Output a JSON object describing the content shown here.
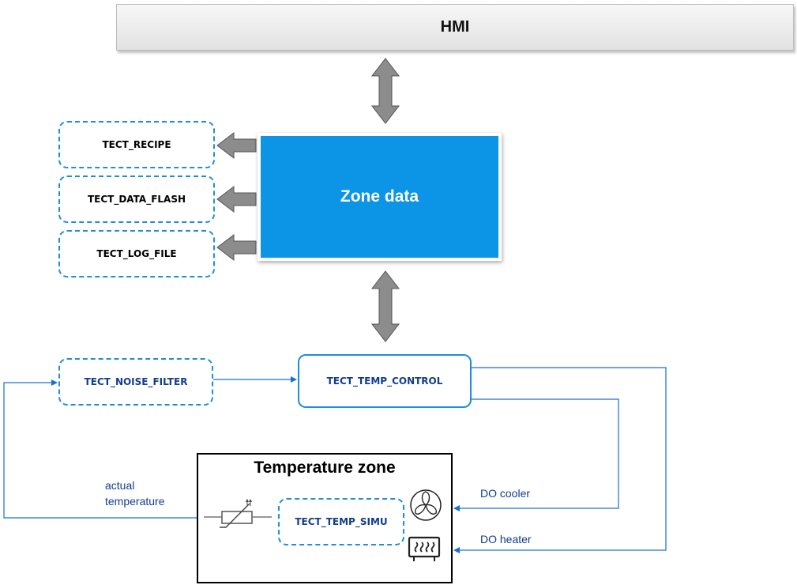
{
  "hmi": {
    "label": "HMI"
  },
  "zone_data": {
    "label": "Zone data"
  },
  "modules": {
    "recipe": "TECT_RECIPE",
    "data_flash": "TECT_DATA_FLASH",
    "log_file": "TECT_LOG_FILE",
    "noise_filter": "TECT_NOISE_FILTER",
    "temp_control": "TECT_TEMP_CONTROL",
    "temp_simu": "TECT_TEMP_SIMU"
  },
  "temperature_zone": {
    "title": "Temperature zone"
  },
  "signals": {
    "actual_temperature_line1": "actual",
    "actual_temperature_line2": "temperature",
    "do_cooler": "DO cooler",
    "do_heater": "DO heater"
  },
  "icons": [
    "thermistor-icon",
    "fan-icon",
    "heater-icon"
  ],
  "colors": {
    "zone_data_fill": "#0c94e6",
    "module_border": "#1e8fd6",
    "connector_line": "#1a6fd0",
    "text_blue": "#123d8c",
    "block_arrow": "#8c8c8c"
  }
}
